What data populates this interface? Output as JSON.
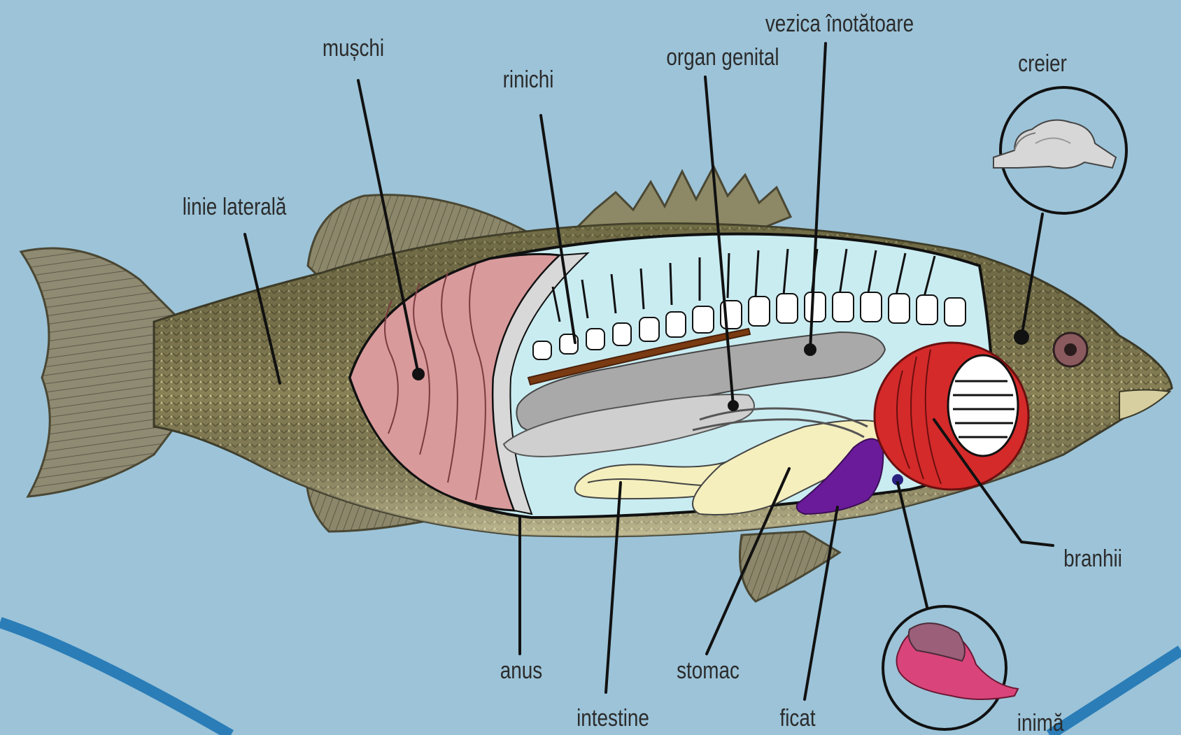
{
  "diagram": {
    "colors": {
      "background": "#9cc3d8",
      "fish_body": "#8a8257",
      "fish_fin": "#8c876a",
      "muscle": "#d99a9c",
      "body_cavity": "#c9ecf1",
      "swim_bladder": "#a9a9a9",
      "kidney": "#7a3a12",
      "intestine": "#f4efbd",
      "liver": "#6a1b9a",
      "gills": "#d42a2a",
      "heart": "#d9457a",
      "brain": "#d7d7d7"
    },
    "labels": {
      "muschi": "mușchi",
      "rinichi": "rinichi",
      "organ_genital": "organ genital",
      "vezica_inotatoare": "vezica înotătoare",
      "creier": "creier",
      "linie_laterala": "linie laterală",
      "branhii": "branhii",
      "anus": "anus",
      "intestine": "intestine",
      "stomac": "stomac",
      "ficat": "ficat",
      "inima": "inimă"
    }
  }
}
